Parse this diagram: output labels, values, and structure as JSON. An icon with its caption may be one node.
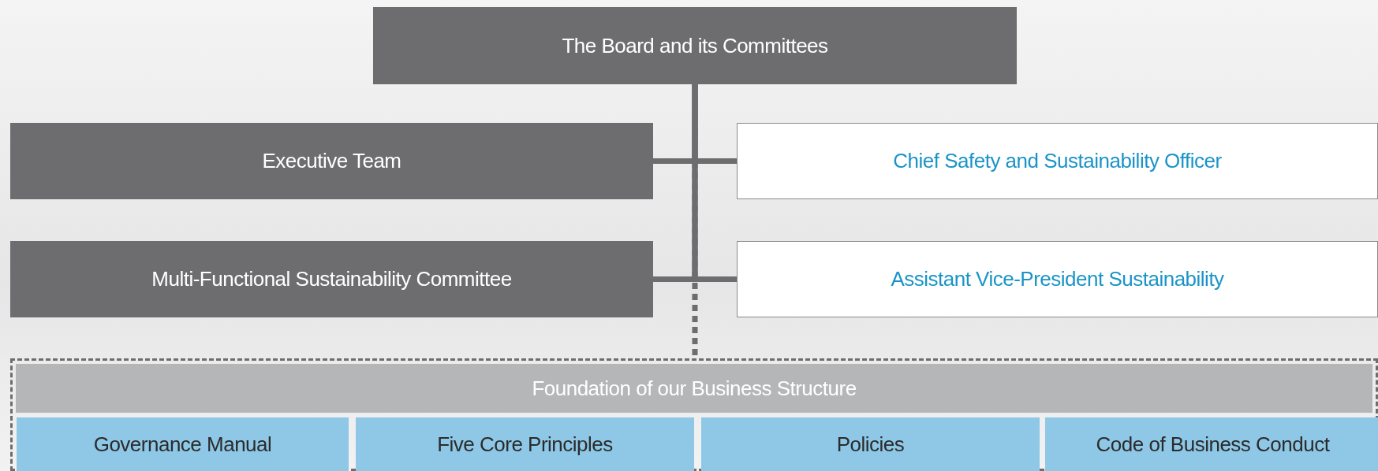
{
  "diagram": {
    "nodes": [
      {
        "text": [
          "The Board and its Committees"
        ]
      },
      {
        "text": [
          "Executive Team"
        ]
      },
      {
        "text": [
          "Chief Safety and Sustainability Officer"
        ]
      },
      {
        "text": [
          "Multi-Functional Sustainability Committee"
        ]
      },
      {
        "text": [
          "Assistant Vice-President Sustainability"
        ]
      },
      {
        "text": [
          "Foundation of our Business Structure"
        ]
      },
      {
        "text": [
          "Governance Manual"
        ],
        "in": 5
      },
      {
        "text": [
          "Five Core Principles"
        ],
        "in": 5
      },
      {
        "text": [
          "Policies"
        ],
        "in": 5
      },
      {
        "text": [
          "Code of Business Conduct"
        ],
        "in": 5
      }
    ],
    "edges": [
      {
        "from": 0,
        "to": 1,
        "arrow": "none"
      },
      {
        "from": 0,
        "to": 2,
        "arrow": "none"
      },
      {
        "from": 0,
        "to": 3,
        "arrow": "none"
      },
      {
        "from": 0,
        "to": 4,
        "arrow": "none"
      },
      {
        "from": 0,
        "to": 5,
        "arrow": "none",
        "style": "dashed"
      }
    ]
  }
}
